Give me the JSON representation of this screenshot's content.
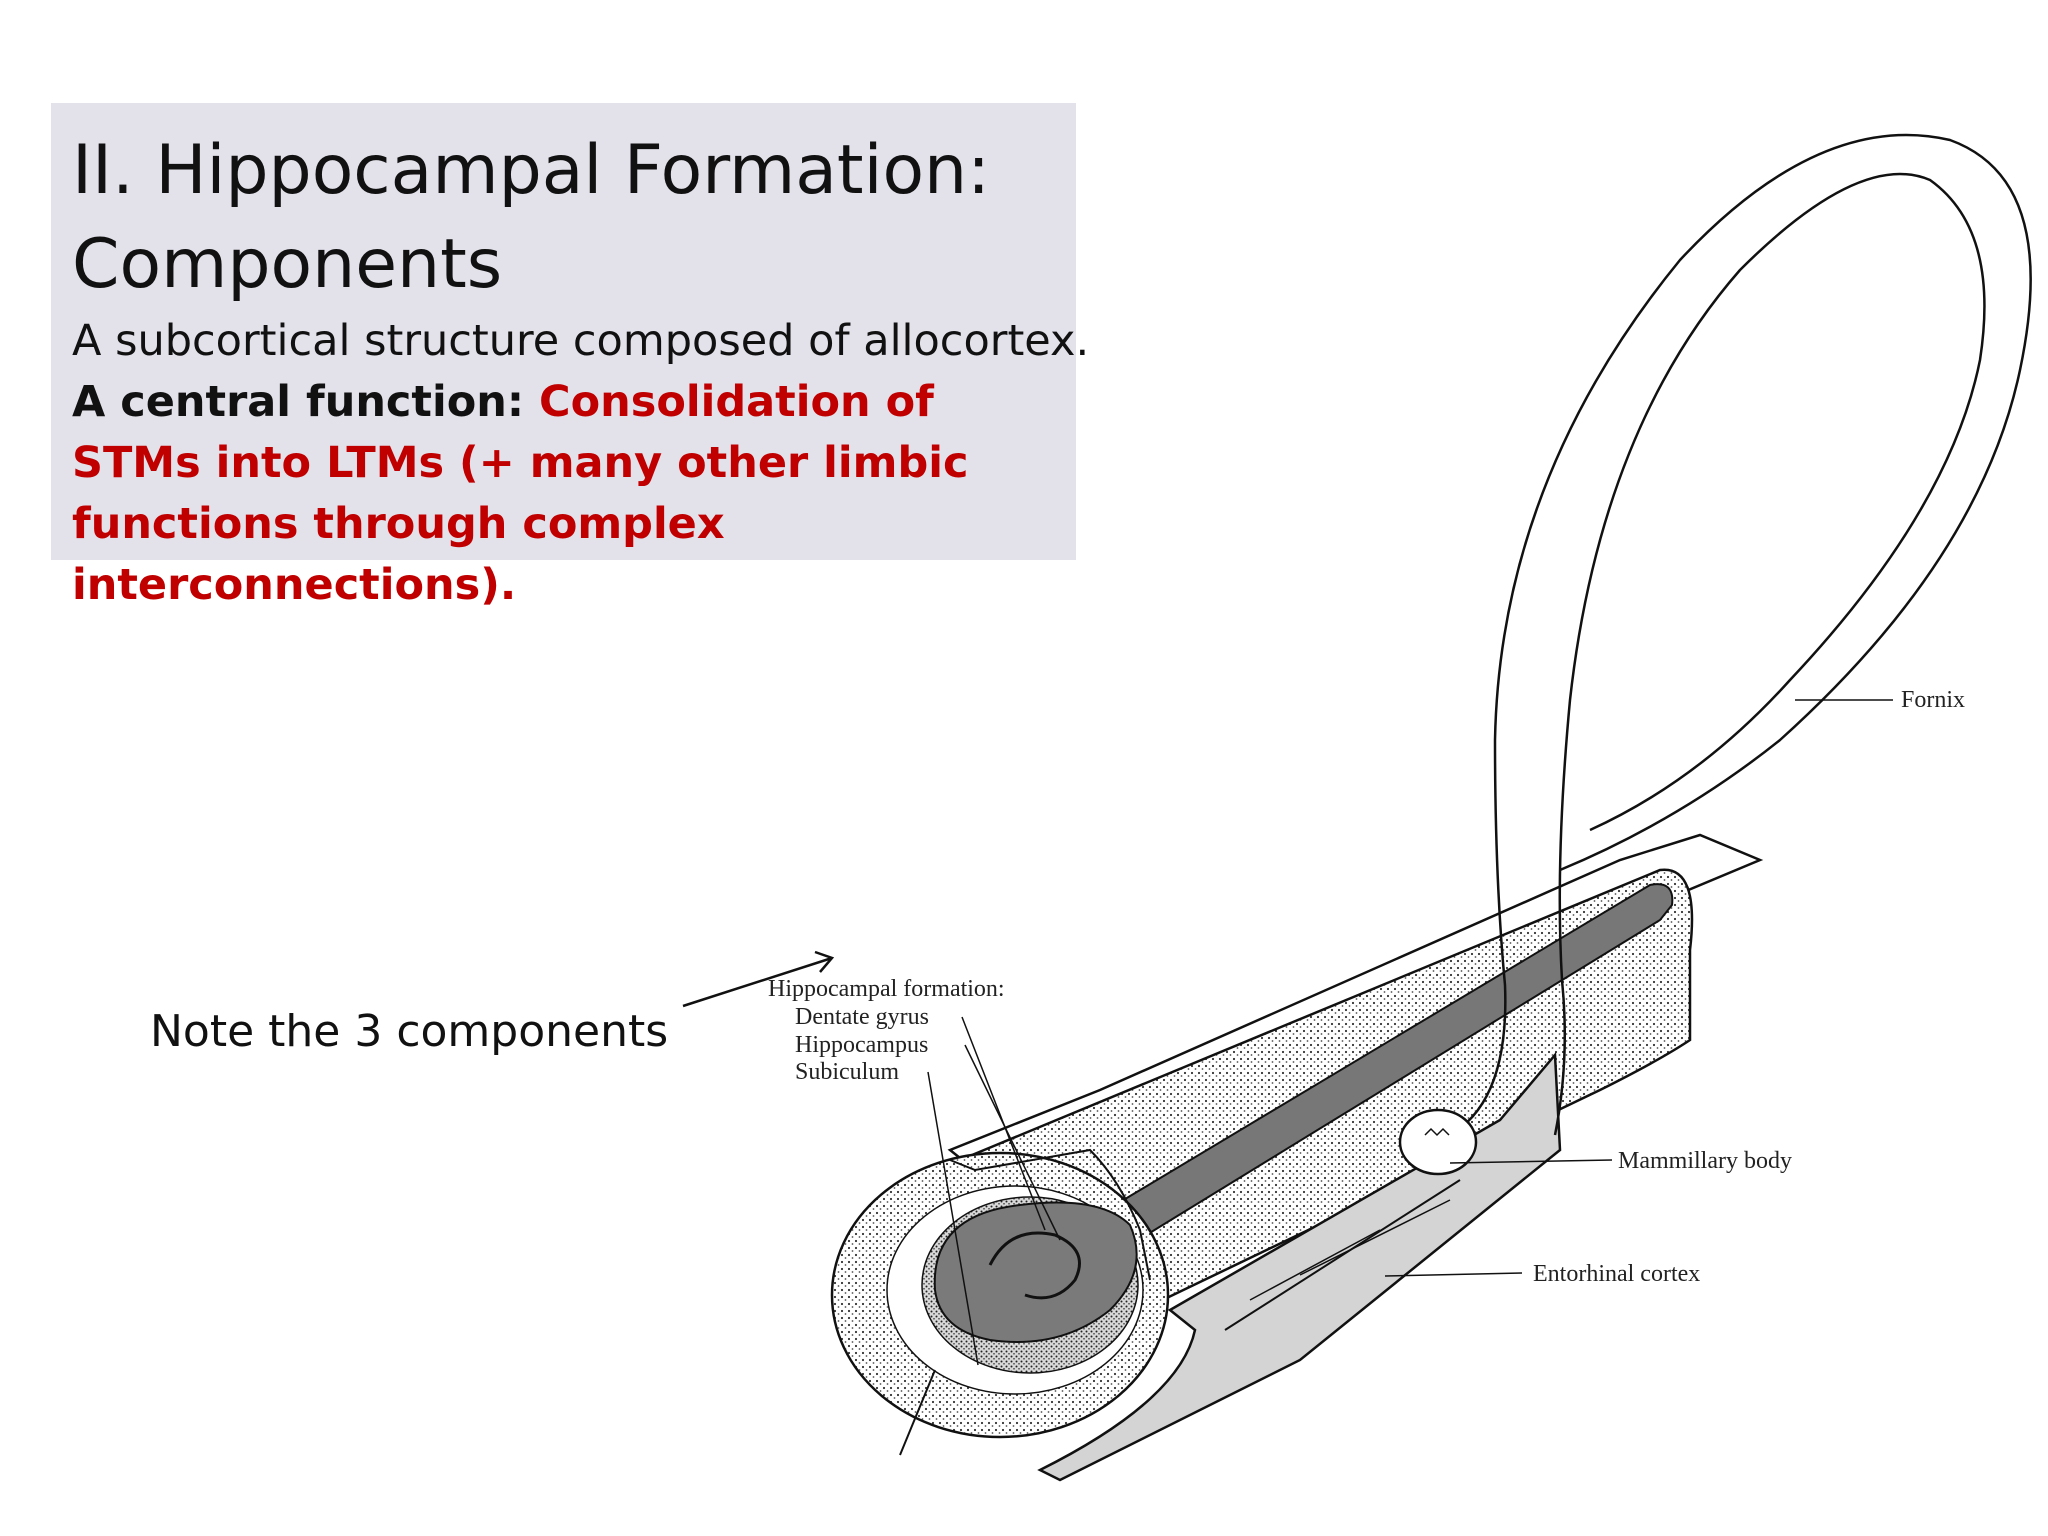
{
  "slide": {
    "title_line1": "II. Hippocampal Formation:",
    "title_line2": "Components",
    "subtitle": "A subcortical structure composed of allocortex.",
    "function_label": "A central function: ",
    "function_text": "Consolidation of STMs into LTMs (+ many other limbic functions through complex interconnections).",
    "note": "Note the 3 components"
  },
  "diagram": {
    "labels": {
      "formation": "Hippocampal formation:",
      "dentate": "Dentate gyrus",
      "hippocampus": "Hippocampus",
      "subiculum": "Subiculum",
      "fornix": "Fornix",
      "mammillary": "Mammillary body",
      "entorhinal": "Entorhinal cortex"
    }
  },
  "colors": {
    "box_bg": "#e3e1ea",
    "emphasis": "#c00000",
    "text": "#111111"
  }
}
